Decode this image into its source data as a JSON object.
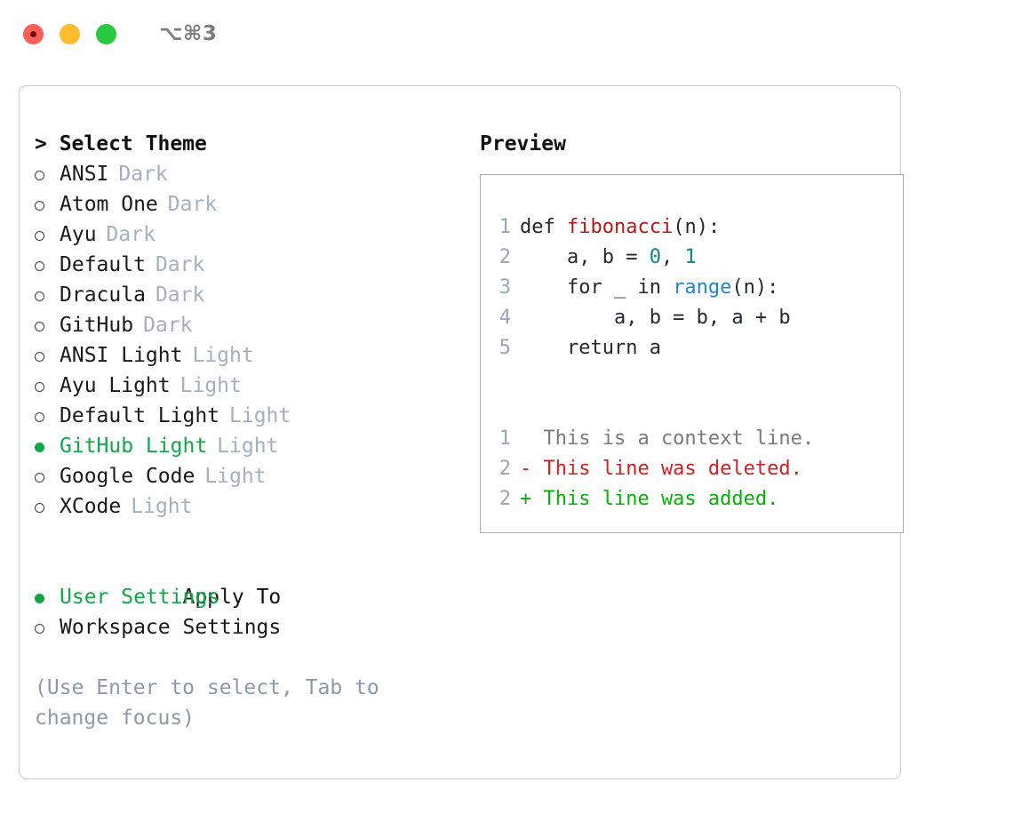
{
  "titlebar": {
    "shortcut": "⌥⌘3",
    "traffic_lights": [
      "close-red",
      "minimize-yellow",
      "maximize-green"
    ]
  },
  "theme_picker": {
    "heading": "> Select Theme",
    "options": [
      {
        "label": "ANSI",
        "category": "Dark",
        "selected": false
      },
      {
        "label": "Atom One",
        "category": "Dark",
        "selected": false
      },
      {
        "label": "Ayu",
        "category": "Dark",
        "selected": false
      },
      {
        "label": "Default",
        "category": "Dark",
        "selected": false
      },
      {
        "label": "Dracula",
        "category": "Dark",
        "selected": false
      },
      {
        "label": "GitHub",
        "category": "Dark",
        "selected": false
      },
      {
        "label": "ANSI Light",
        "category": "Light",
        "selected": false
      },
      {
        "label": "Ayu Light",
        "category": "Light",
        "selected": false
      },
      {
        "label": "Default Light",
        "category": "Light",
        "selected": false
      },
      {
        "label": "GitHub Light",
        "category": "Light",
        "selected": true
      },
      {
        "label": "Google Code",
        "category": "Light",
        "selected": false
      },
      {
        "label": "XCode",
        "category": "Light",
        "selected": false
      }
    ]
  },
  "apply_to": {
    "heading": "Apply To",
    "options": [
      {
        "label": "User Settings",
        "selected": true
      },
      {
        "label": "Workspace Settings",
        "selected": false
      }
    ]
  },
  "hint": "(Use Enter to select, Tab to change focus)",
  "preview": {
    "heading": "Preview",
    "code_lines": [
      {
        "no": "1",
        "segments": [
          {
            "text": "def ",
            "kind": "plain"
          },
          {
            "text": "fibonacci",
            "kind": "fn"
          },
          {
            "text": "(n):",
            "kind": "plain"
          }
        ]
      },
      {
        "no": "2",
        "segments": [
          {
            "text": "    a, b = ",
            "kind": "plain"
          },
          {
            "text": "0",
            "kind": "num"
          },
          {
            "text": ", ",
            "kind": "plain"
          },
          {
            "text": "1",
            "kind": "num"
          }
        ]
      },
      {
        "no": "3",
        "segments": [
          {
            "text": "    for _ in ",
            "kind": "plain"
          },
          {
            "text": "range",
            "kind": "kwfn"
          },
          {
            "text": "(n):",
            "kind": "plain"
          }
        ]
      },
      {
        "no": "4",
        "segments": [
          {
            "text": "        a, b = b, a + b",
            "kind": "plain"
          }
        ]
      },
      {
        "no": "5",
        "segments": [
          {
            "text": "    return a",
            "kind": "plain"
          }
        ]
      }
    ],
    "diff_lines": [
      {
        "no": "1",
        "marker": " ",
        "text": "  This is a context line.",
        "kind": "context"
      },
      {
        "no": "2",
        "marker": "-",
        "text": "- This line was deleted.",
        "kind": "deleted"
      },
      {
        "no": "2",
        "marker": "+",
        "text": "+ This line was added.",
        "kind": "added"
      }
    ]
  },
  "colors": {
    "accent_green": "#12a54a",
    "muted_gray": "#a6b0bd",
    "hint_gray": "#8e99a8",
    "code_fn_red": "#ae1b1b",
    "code_builtin_blue": "#1e88c7",
    "code_number_teal": "#0b8a80",
    "diff_deleted_red": "#cc2222",
    "diff_added_green": "#04b004",
    "diff_context_gray": "#7a7a7a",
    "line_number_gray": "#9aa5b4",
    "panel_border": "#c8ccd4",
    "preview_border": "#a3adbd"
  }
}
